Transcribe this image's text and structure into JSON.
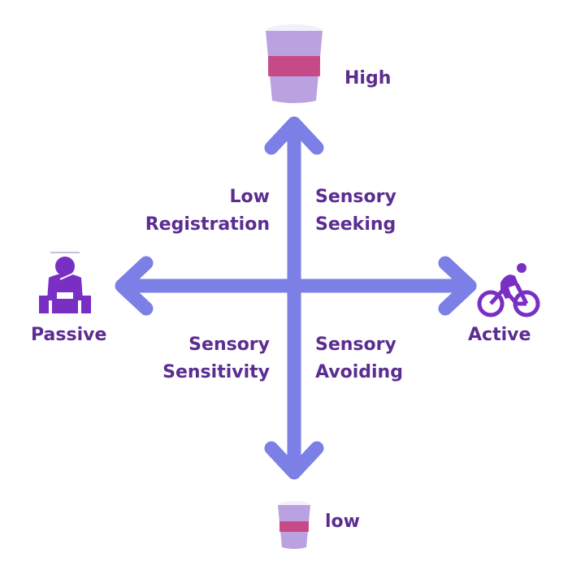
{
  "diagram": {
    "title": "Sensory processing quadrants",
    "axes": {
      "vertical": {
        "top_label": "High",
        "bottom_label": "low"
      },
      "horizontal": {
        "left_label": "Passive",
        "right_label": "Active"
      }
    },
    "quadrants": {
      "top_left": [
        "Low",
        "Registration"
      ],
      "top_right": [
        "Sensory",
        "Seeking"
      ],
      "bottom_left": [
        "Sensory",
        "Sensitivity"
      ],
      "bottom_right": [
        "Sensory",
        "Avoiding"
      ]
    },
    "icons": {
      "top": "full-cup-icon",
      "bottom": "small-cup-icon",
      "left": "sitting-person-icon",
      "right": "cyclist-icon"
    },
    "colors": {
      "arrow": "#7b7fe6",
      "text": "#5b2d91",
      "icon": "#7a2fc4",
      "cup_body": "#b9a2df",
      "cup_band": "#c8407e"
    }
  }
}
